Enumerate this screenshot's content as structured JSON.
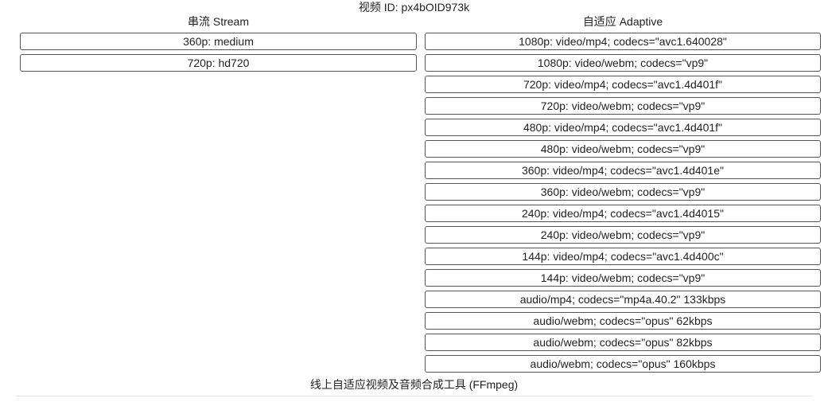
{
  "header": {
    "video_id_label": "视频 ID: px4bOID973k"
  },
  "stream": {
    "heading": "串流 Stream",
    "items": [
      "360p: medium",
      "720p: hd720"
    ]
  },
  "adaptive": {
    "heading": "自适应 Adaptive",
    "items": [
      "1080p: video/mp4; codecs=\"avc1.640028\"",
      "1080p: video/webm; codecs=\"vp9\"",
      "720p: video/mp4; codecs=\"avc1.4d401f\"",
      "720p: video/webm; codecs=\"vp9\"",
      "480p: video/mp4; codecs=\"avc1.4d401f\"",
      "480p: video/webm; codecs=\"vp9\"",
      "360p: video/mp4; codecs=\"avc1.4d401e\"",
      "360p: video/webm; codecs=\"vp9\"",
      "240p: video/mp4; codecs=\"avc1.4d4015\"",
      "240p: video/webm; codecs=\"vp9\"",
      "144p: video/mp4; codecs=\"avc1.4d400c\"",
      "144p: video/webm; codecs=\"vp9\"",
      "audio/mp4; codecs=\"mp4a.40.2\" 133kbps",
      "audio/webm; codecs=\"opus\" 62kbps",
      "audio/webm; codecs=\"opus\" 82kbps",
      "audio/webm; codecs=\"opus\" 160kbps"
    ]
  },
  "footer": {
    "tool_link": "线上自适应视频及音频合成工具 (FFmpeg)"
  }
}
